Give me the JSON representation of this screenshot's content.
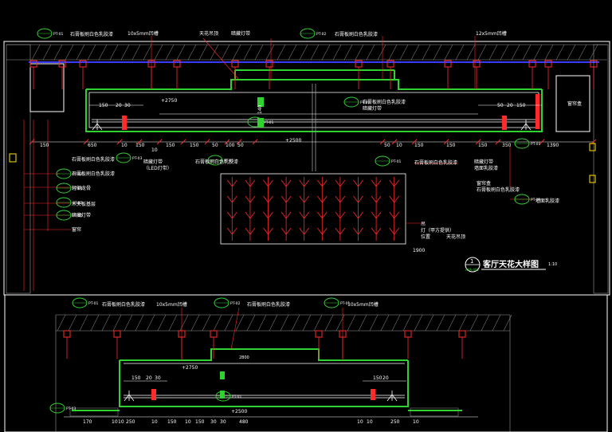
{
  "drawing": {
    "title": "客厅天花大样图",
    "scale": "1:10",
    "number": "1",
    "sheet_ref": "A4A-401"
  },
  "colors": {
    "background": "#000000",
    "line_white": "#ffffff",
    "line_red": "#ff2a2a",
    "line_green": "#2fd32f",
    "line_blue": "#3a3aff",
    "line_yellow": "#ffe600",
    "text_white": "#ffffff",
    "hatch_gray": "#9a9a9a"
  },
  "tags": {
    "pt01": "PT-01",
    "pt02": "PT-02",
    "pt03": "PT-03",
    "pt04": "PT-04"
  },
  "top_elevation": {
    "label_top_left": "石膏板刷白色乳胶漆",
    "label_gauge": "10x5mm凹槽",
    "label_ceiling": "天花吊顶",
    "label_light": "暗藏灯带",
    "label_top_mid": "石膏板刷白色乳胶漆",
    "label_top_right": "12x5mm凹槽",
    "label_right_mid1": "石膏板刷白色乳胶漆",
    "label_right_mid2": "暗藏灯带",
    "label_right_mid3": "石膏板刷白色乳胶漆",
    "label_right_arrow": "窗帘盒",
    "label_curtain": "窗帘盒",
    "label_right_ann1": "石膏板刷白色乳胶漆",
    "label_right_ann2": "暗藏灯带",
    "label_right_ann3": "墙面乳胶漆",
    "label_bottom_left1": "石膏板刷白色乳胶漆",
    "label_bottom_left2": "石膏板刷白色乳胶漆",
    "label_bottom_left3": "轻钢龙骨",
    "label_bottom_left4": "木夹板基层",
    "label_bottom_left5": "暗藏灯带",
    "label_bottom_left6": "木线条",
    "label_bottom_left7": "石膏线条",
    "label_bottom_left8": "窗帘",
    "label_mid_left_ann": "暗藏灯带",
    "label_mid_left_ann2": "（LED灯带）",
    "label_mid_mid_ann": "暗藏灯带",
    "label_mid_mid_ann2": "石膏板刷白色乳胶漆",
    "label_chandelier1": "吊",
    "label_chandelier2": "灯（甲方提供）",
    "label_chandelier3": "位置",
    "label_chandelier4": "天花吊顶",
    "elev_left": "+2750",
    "elev_center": "+2500",
    "dim_width_bottom": "1900",
    "dims_left": [
      "150",
      "650",
      "10",
      "150",
      "150",
      "150",
      "50",
      "100",
      "50"
    ],
    "dims_right": [
      "50",
      "10",
      "150",
      "150",
      "150",
      "350",
      "1390"
    ],
    "dims_upper_left": [
      "150",
      "20",
      "30"
    ],
    "dims_upper_right": [
      "50",
      "20",
      "150"
    ],
    "dim_140": "140",
    "dim_10": "10",
    "dim_50a": "50",
    "dim_50b": "50",
    "dim_v1": "50",
    "dim_v2": "70"
  },
  "bottom_elevation": {
    "label_left": "石膏板刷白色乳胶漆",
    "label_gauge": "10x5mm凹槽",
    "label_mid": "石膏板刷白色乳胶漆",
    "label_right": "10x5mm凹槽",
    "elev_left": "+2750",
    "elev_center": "+2500",
    "dim_2800": "2800",
    "dims_upper_left": [
      "150",
      "20",
      "30"
    ],
    "dims_upper_right": [
      "150",
      "20"
    ],
    "dims_bottom": [
      "170",
      "10",
      "10",
      "250",
      "10",
      "150",
      "10",
      "150",
      "30",
      "30",
      "480",
      "10",
      "10",
      "250",
      "10"
    ]
  }
}
